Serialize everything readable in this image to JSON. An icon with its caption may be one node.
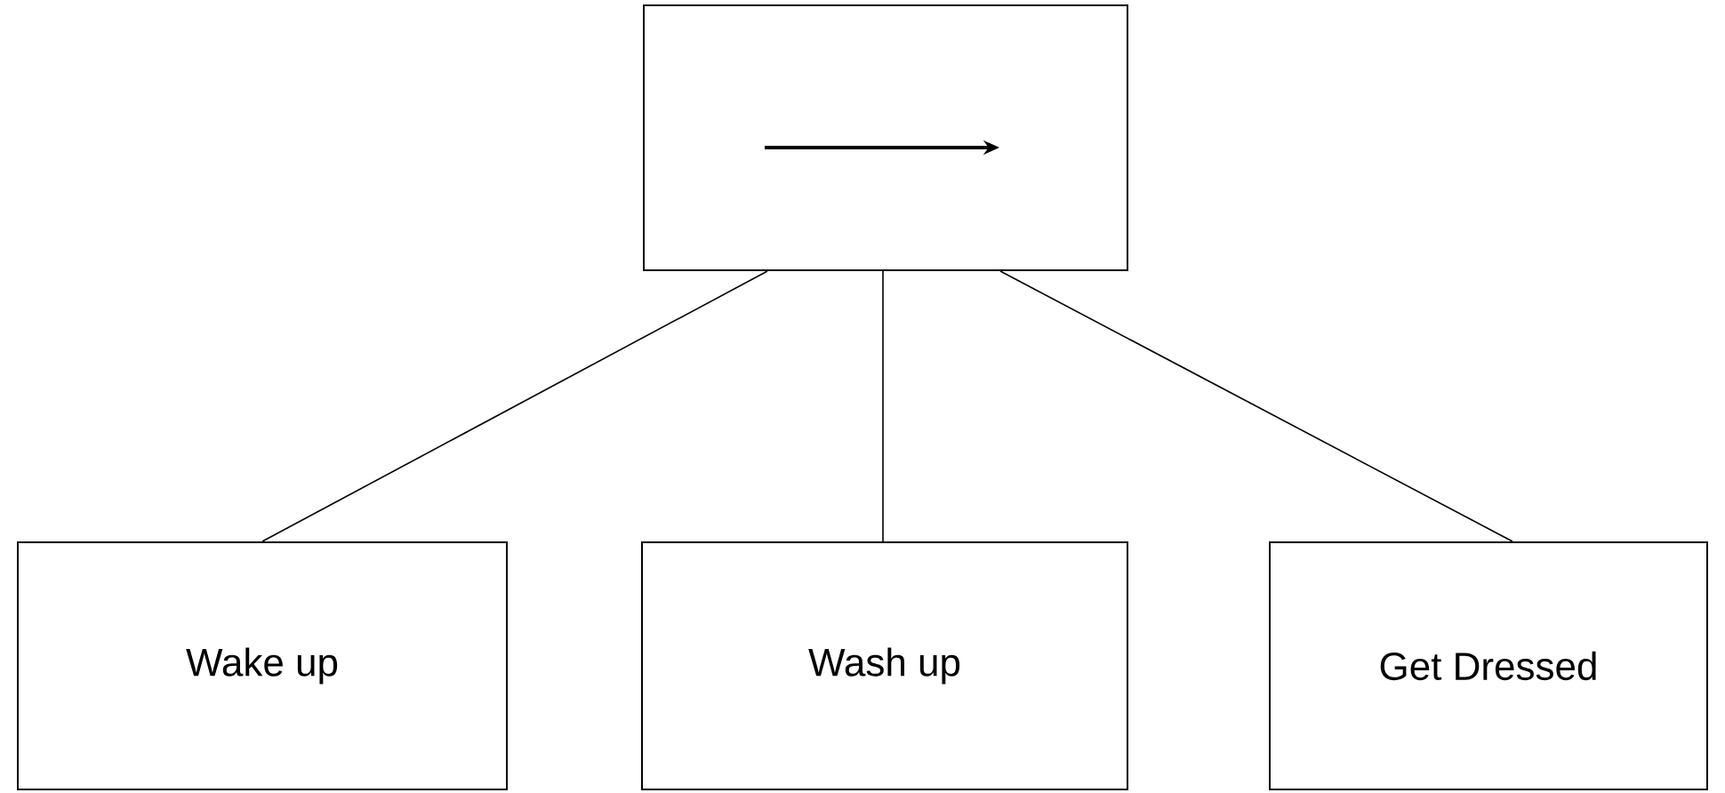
{
  "diagram": {
    "nodes": [
      {
        "text": [],
        "shape": "box"
      },
      {
        "text": [
          "Wake  up"
        ]
      },
      {
        "text": [
          "Wash  up"
        ]
      },
      {
        "text": [
          "Get Dressed"
        ]
      }
    ],
    "edges": [
      {
        "from": 0,
        "to": 1,
        "arrow": "none"
      },
      {
        "from": 0,
        "to": 2,
        "arrow": "none"
      },
      {
        "from": 0,
        "to": 3,
        "arrow": "none"
      }
    ]
  }
}
